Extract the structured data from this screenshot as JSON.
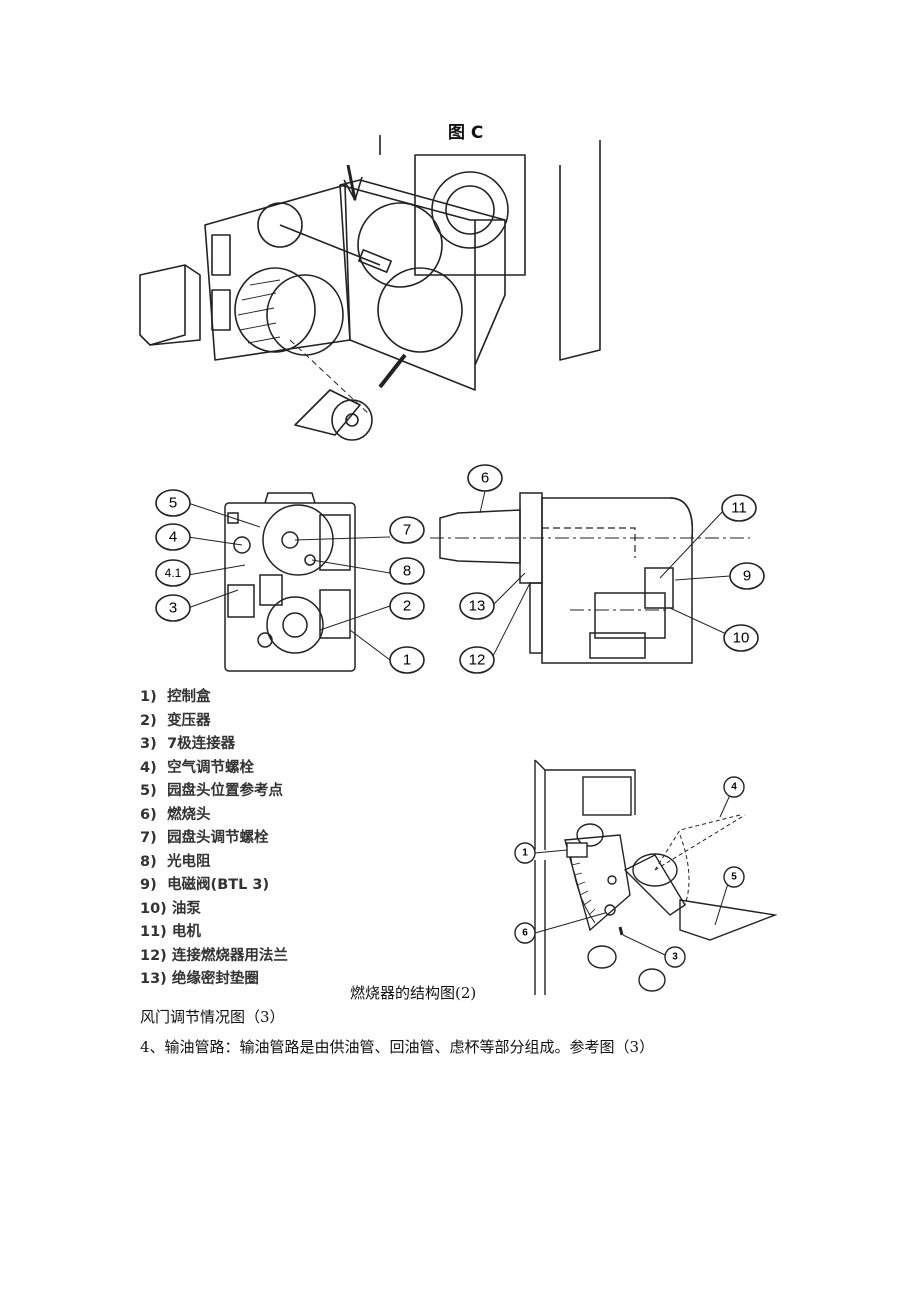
{
  "figure_c": {
    "label": "图 C"
  },
  "callouts_structure": [
    "5",
    "4",
    "4.1",
    "3",
    "7",
    "8",
    "2",
    "1",
    "6",
    "13",
    "12",
    "11",
    "9",
    "10"
  ],
  "legend": [
    {
      "num": "1)",
      "text": "控制盒"
    },
    {
      "num": "2)",
      "text": "变压器"
    },
    {
      "num": "3)",
      "text": "7极连接器"
    },
    {
      "num": "4)",
      "text": "空气调节螺栓"
    },
    {
      "num": "5)",
      "text": "园盘头位置参考点"
    },
    {
      "num": "6)",
      "text": "燃烧头"
    },
    {
      "num": "7)",
      "text": "园盘头调节螺栓"
    },
    {
      "num": "8)",
      "text": "光电阻"
    },
    {
      "num": "9)",
      "text": "电磁阀(BTL 3)"
    },
    {
      "num": "10)",
      "text": "油泵"
    },
    {
      "num": "11)",
      "text": "电机"
    },
    {
      "num": "12)",
      "text": "连接燃烧器用法兰"
    },
    {
      "num": "13)",
      "text": "绝缘密封垫圈"
    }
  ],
  "callouts_damper": [
    "1",
    "6",
    "4",
    "5",
    "3"
  ],
  "captions": {
    "structure_figure": "燃烧器的结构图(2)",
    "damper_figure": "风门调节情况图（3）",
    "paragraph": "4、输油管路：输油管路是由供油管、回油管、虑杯等部分组成。参考图（3）"
  }
}
